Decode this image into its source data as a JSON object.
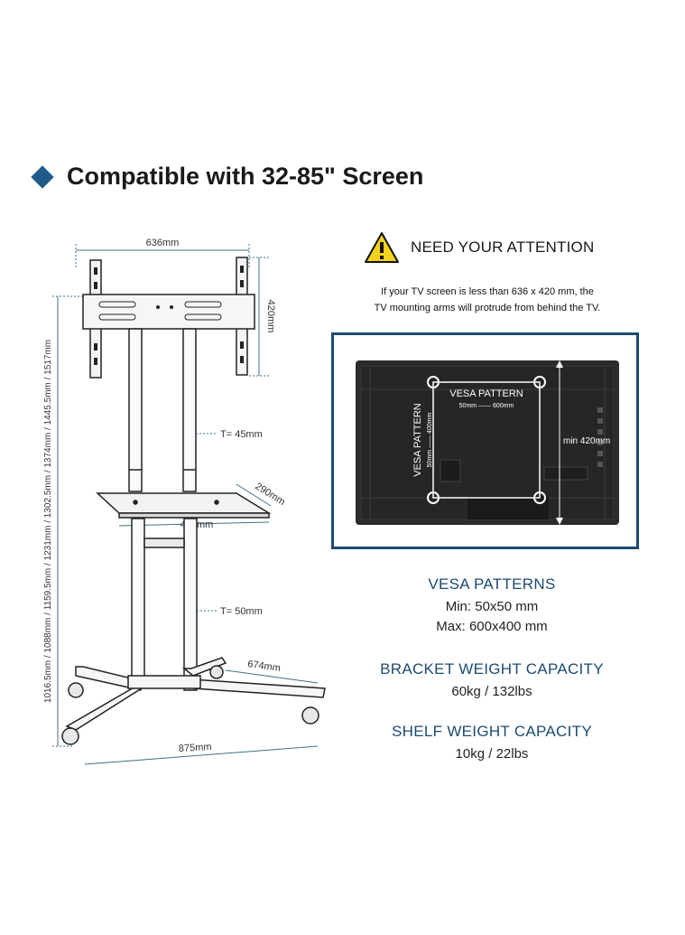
{
  "title": "Compatible with 32-85\" Screen",
  "icons": {
    "bullet": "diamond-icon",
    "warning": "warning-triangle-icon"
  },
  "colors": {
    "accent": "#1d4a70",
    "warning": "#f3d21a"
  },
  "stand": {
    "top_width": "636mm",
    "top_height": "420mm",
    "heights": "1016.5mm / 1088mm / 1159.5mm / 1231mm / 1302.5mm / 1374mm / 1445.5mm / 1517mm",
    "upper_tube": "T= 45mm",
    "lower_tube": "T= 50mm",
    "shelf_depth": "290mm",
    "shelf_width": "455mm",
    "base_depth": "674mm",
    "base_width": "875mm"
  },
  "attention": {
    "title": "NEED YOUR ATTENTION",
    "note_line1": "If your TV screen is less than 636 x 420 mm, the",
    "note_line2": "TV mounting arms will protrude from behind the TV."
  },
  "tv_diagram": {
    "vesa_h_label": "VESA PATTERN",
    "vesa_h_range": "50mm —— 600mm",
    "vesa_v_label": "VESA PATTERN",
    "vesa_v_range": "50mm —— 400mm",
    "min_height": "min 420mm"
  },
  "specs": {
    "vesa_heading": "VESA PATTERNS",
    "vesa_min": "Min: 50x50 mm",
    "vesa_max": "Max: 600x400 mm",
    "bracket_heading": "BRACKET WEIGHT CAPACITY",
    "bracket_value": "60kg / 132lbs",
    "shelf_heading": "SHELF WEIGHT CAPACITY",
    "shelf_value": "10kg / 22lbs"
  }
}
